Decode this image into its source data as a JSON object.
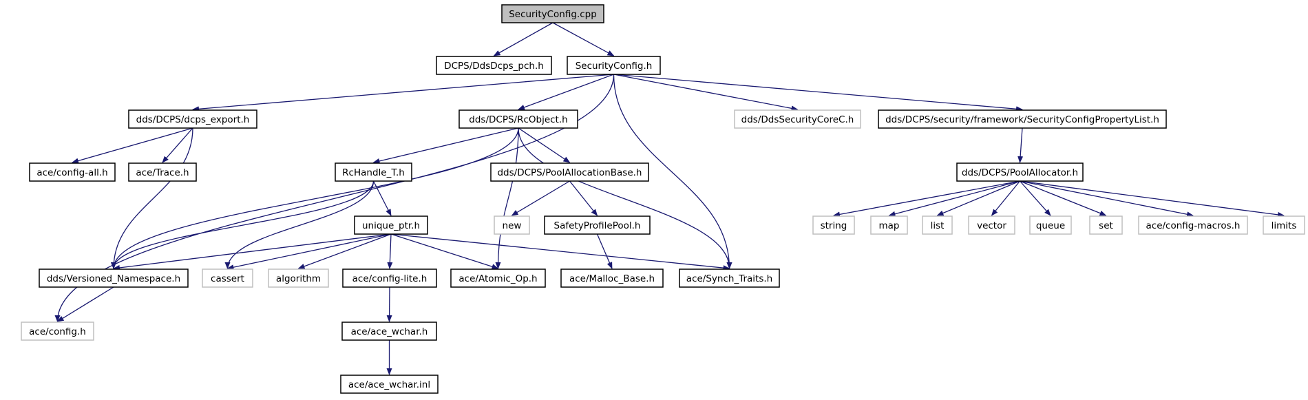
{
  "diagram": {
    "colors": {
      "root_fill": "#bfbfbf",
      "documented_border": "#000000",
      "external_border": "#bfbfbf",
      "edge": "#191970",
      "text": "#000000"
    },
    "nodes": [
      {
        "id": "n0",
        "label": "SecurityConfig.cpp",
        "kind": "root"
      },
      {
        "id": "n1",
        "label": "DCPS/DdsDcps_pch.h",
        "kind": "documented"
      },
      {
        "id": "n2",
        "label": "SecurityConfig.h",
        "kind": "documented"
      },
      {
        "id": "n3",
        "label": "dds/DCPS/dcps_export.h",
        "kind": "documented"
      },
      {
        "id": "n4",
        "label": "dds/DCPS/RcObject.h",
        "kind": "documented"
      },
      {
        "id": "n5",
        "label": "dds/DdsSecurityCoreC.h",
        "kind": "external"
      },
      {
        "id": "n6",
        "label": "dds/DCPS/security/framework/SecurityConfigPropertyList.h",
        "kind": "documented"
      },
      {
        "id": "n7",
        "label": "ace/config-all.h",
        "kind": "documented"
      },
      {
        "id": "n8",
        "label": "ace/Trace.h",
        "kind": "documented"
      },
      {
        "id": "n9",
        "label": "RcHandle_T.h",
        "kind": "documented"
      },
      {
        "id": "n10",
        "label": "dds/DCPS/PoolAllocationBase.h",
        "kind": "documented"
      },
      {
        "id": "n11",
        "label": "dds/DCPS/PoolAllocator.h",
        "kind": "documented"
      },
      {
        "id": "n12",
        "label": "unique_ptr.h",
        "kind": "documented"
      },
      {
        "id": "n13",
        "label": "new",
        "kind": "external"
      },
      {
        "id": "n14",
        "label": "SafetyProfilePool.h",
        "kind": "documented"
      },
      {
        "id": "n15",
        "label": "string",
        "kind": "external"
      },
      {
        "id": "n16",
        "label": "map",
        "kind": "external"
      },
      {
        "id": "n17",
        "label": "list",
        "kind": "external"
      },
      {
        "id": "n18",
        "label": "vector",
        "kind": "external"
      },
      {
        "id": "n19",
        "label": "queue",
        "kind": "external"
      },
      {
        "id": "n20",
        "label": "set",
        "kind": "external"
      },
      {
        "id": "n21",
        "label": "ace/config-macros.h",
        "kind": "external"
      },
      {
        "id": "n22",
        "label": "limits",
        "kind": "external"
      },
      {
        "id": "n23",
        "label": "dds/Versioned_Namespace.h",
        "kind": "documented"
      },
      {
        "id": "n24",
        "label": "cassert",
        "kind": "external"
      },
      {
        "id": "n25",
        "label": "algorithm",
        "kind": "external"
      },
      {
        "id": "n26",
        "label": "ace/config-lite.h",
        "kind": "documented"
      },
      {
        "id": "n27",
        "label": "ace/Atomic_Op.h",
        "kind": "documented"
      },
      {
        "id": "n28",
        "label": "ace/Malloc_Base.h",
        "kind": "documented"
      },
      {
        "id": "n29",
        "label": "ace/Synch_Traits.h",
        "kind": "documented"
      },
      {
        "id": "n30",
        "label": "ace/config.h",
        "kind": "external"
      },
      {
        "id": "n31",
        "label": "ace/ace_wchar.h",
        "kind": "documented"
      },
      {
        "id": "n32",
        "label": "ace/ace_wchar.inl",
        "kind": "documented"
      }
    ],
    "edges": [
      {
        "from": "n0",
        "to": "n1"
      },
      {
        "from": "n0",
        "to": "n2"
      },
      {
        "from": "n2",
        "to": "n30"
      },
      {
        "from": "n2",
        "to": "n3"
      },
      {
        "from": "n2",
        "to": "n4"
      },
      {
        "from": "n2",
        "to": "n29"
      },
      {
        "from": "n2",
        "to": "n5"
      },
      {
        "from": "n2",
        "to": "n6"
      },
      {
        "from": "n3",
        "to": "n7"
      },
      {
        "from": "n3",
        "to": "n8"
      },
      {
        "from": "n3",
        "to": "n23"
      },
      {
        "from": "n4",
        "to": "n23"
      },
      {
        "from": "n4",
        "to": "n9"
      },
      {
        "from": "n4",
        "to": "n27"
      },
      {
        "from": "n4",
        "to": "n10"
      },
      {
        "from": "n4",
        "to": "n29"
      },
      {
        "from": "n6",
        "to": "n11"
      },
      {
        "from": "n9",
        "to": "n23"
      },
      {
        "from": "n9",
        "to": "n24"
      },
      {
        "from": "n9",
        "to": "n12"
      },
      {
        "from": "n10",
        "to": "n13"
      },
      {
        "from": "n10",
        "to": "n14"
      },
      {
        "from": "n14",
        "to": "n28"
      },
      {
        "from": "n11",
        "to": "n15"
      },
      {
        "from": "n11",
        "to": "n16"
      },
      {
        "from": "n11",
        "to": "n17"
      },
      {
        "from": "n11",
        "to": "n18"
      },
      {
        "from": "n11",
        "to": "n19"
      },
      {
        "from": "n11",
        "to": "n20"
      },
      {
        "from": "n11",
        "to": "n21"
      },
      {
        "from": "n11",
        "to": "n22"
      },
      {
        "from": "n12",
        "to": "n23"
      },
      {
        "from": "n12",
        "to": "n24"
      },
      {
        "from": "n12",
        "to": "n25"
      },
      {
        "from": "n12",
        "to": "n26"
      },
      {
        "from": "n12",
        "to": "n27"
      },
      {
        "from": "n12",
        "to": "n29"
      },
      {
        "from": "n23",
        "to": "n30"
      },
      {
        "from": "n26",
        "to": "n31"
      },
      {
        "from": "n31",
        "to": "n32"
      }
    ]
  }
}
